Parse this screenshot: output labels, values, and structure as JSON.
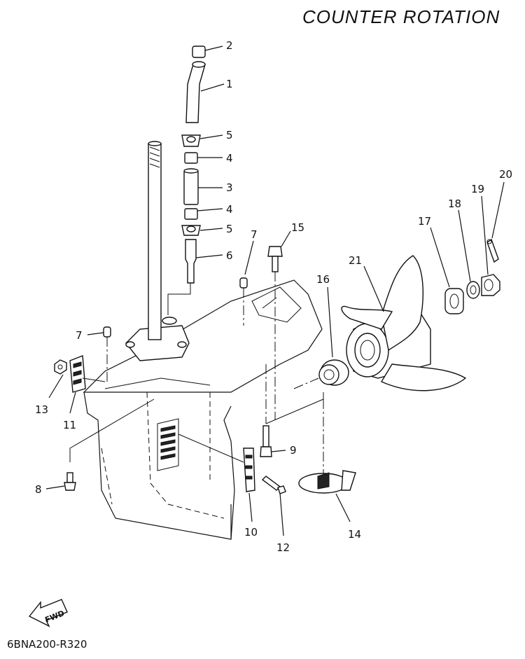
{
  "title": "COUNTER ROTATION",
  "diagram_code": "6BNA200-R320",
  "fwd_label": "FWD",
  "callouts": {
    "c1": "1",
    "c2": "2",
    "c3": "3",
    "c4a": "4",
    "c4b": "4",
    "c5a": "5",
    "c5b": "5",
    "c6": "6",
    "c7a": "7",
    "c7b": "7",
    "c8": "8",
    "c9": "9",
    "c10": "10",
    "c11": "11",
    "c12": "12",
    "c13": "13",
    "c14": "14",
    "c15": "15",
    "c16": "16",
    "c17": "17",
    "c18": "18",
    "c19": "19",
    "c20": "20",
    "c21": "21"
  }
}
